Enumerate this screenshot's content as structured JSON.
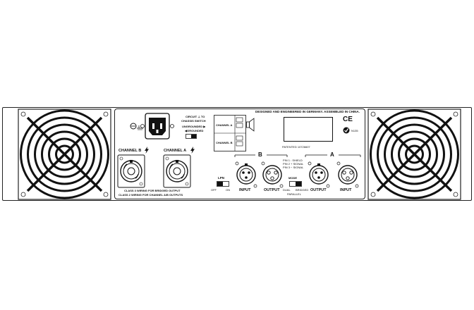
{
  "header": {
    "designed": "DESIGNED AND ENGINEERED IN GERMANY. ASSEMBLED IN CHINA."
  },
  "circuit_switch": {
    "title_line1": "CIRCUIT ⊥ TO",
    "title_line2": "CHASSIS SWITCH",
    "ungrounded": "UNGROUNDED ▶",
    "grounded": "◀GROUNDED"
  },
  "speakon": {
    "channel_b": "CHANNEL B",
    "channel_a": "CHANNEL A",
    "wiring_line1": "CLASS 3 WIRING FOR BRIDGED OUTPUT",
    "wiring_line2": "CLASS 2 WIRING FOR CHANNEL A/B OUTPUTS"
  },
  "terminals": {
    "channel_a": "CHANNEL A",
    "channel_b": "CHANNEL B"
  },
  "patented": "PATENTED 10726607",
  "marks": {
    "ce": "CE",
    "rcm": "N135"
  },
  "pins": {
    "pin1": "PIN 1 :  SHIELD",
    "pin2": "PIN 2 + SIGNAL",
    "pin3": "PIN 3 − SIGNAL"
  },
  "channels": {
    "b": "B",
    "a": "A"
  },
  "xlr": {
    "input": "INPUT",
    "output": "OUTPUT"
  },
  "lpn": {
    "label": "LPN",
    "off": "OFF",
    "on": "ON"
  },
  "mode": {
    "label": "MODE",
    "dual": "DUAL",
    "bridged": "BRIDGED",
    "parallel": "PARALLEL"
  }
}
